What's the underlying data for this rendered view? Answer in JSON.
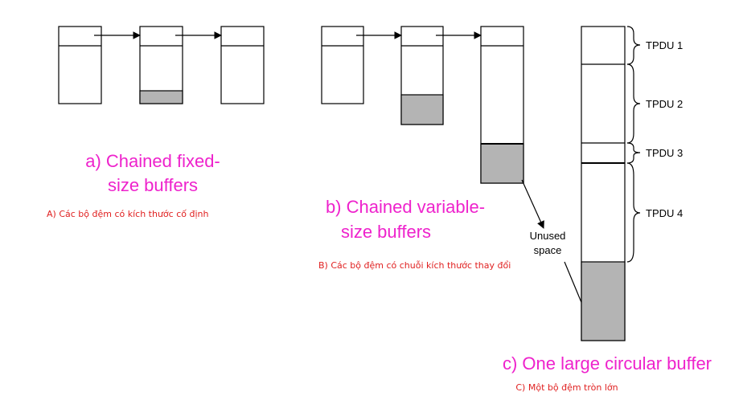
{
  "colors": {
    "caption_main": "#ee22cc",
    "caption_sub": "#e02020",
    "shade": "#b4b4b4",
    "stroke": "#000000"
  },
  "panel_a": {
    "caption_line1": "a) Chained fixed-",
    "caption_line2": "size buffers",
    "subcaption": "A) Các bộ đệm có kích thước cố định"
  },
  "panel_b": {
    "caption_line1": "b) Chained variable-",
    "caption_line2": "size buffers",
    "subcaption": "B) Các bộ đệm có chuỗi kích thước thay đổi",
    "unused_line1": "Unused",
    "unused_line2": "space"
  },
  "panel_c": {
    "caption": "c) One large circular buffer",
    "subcaption": "C) Một bộ đệm tròn lớn",
    "tpdu_labels": [
      "TPDU 1",
      "TPDU 2",
      "TPDU 3",
      "TPDU 4"
    ]
  }
}
